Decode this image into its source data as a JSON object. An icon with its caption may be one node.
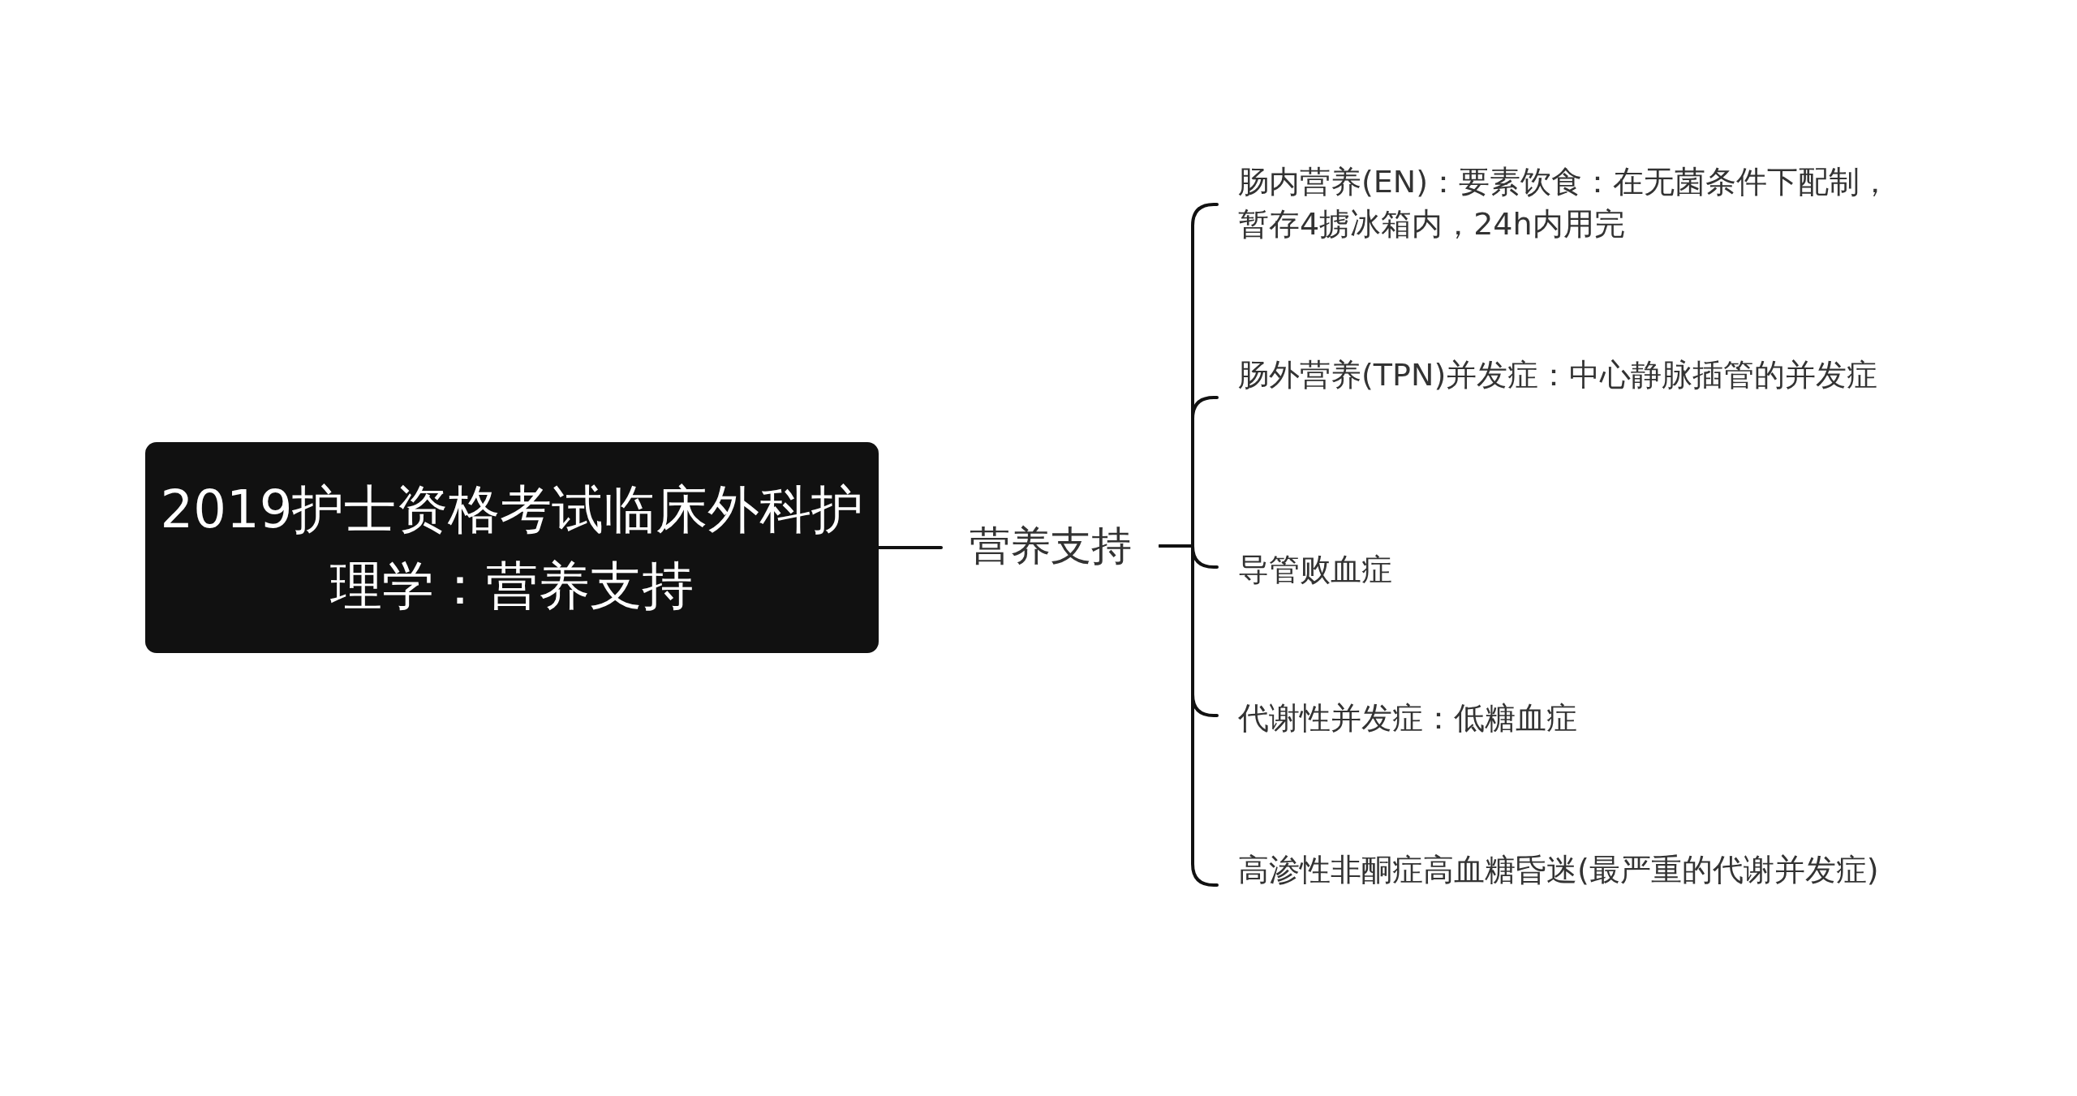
{
  "diagram": {
    "nodes": [
      {
        "text": [
          "2019护士资格考试临床外科护理学：营养支持"
        ]
      },
      {
        "text": [
          "营养支持"
        ]
      },
      {
        "text": [
          "肠内营养(EN)：要素饮食：在无菌条件下配制，暂存4掳冰箱内，24h内用完"
        ]
      },
      {
        "text": [
          "肠外营养(TPN)并发症：中心静脉插管的并发症"
        ]
      },
      {
        "text": [
          "导管败血症"
        ]
      },
      {
        "text": [
          "代谢性并发症：低糖血症"
        ]
      },
      {
        "text": [
          "高渗性非酮症高血糖昏迷(最严重的代谢并发症)"
        ]
      }
    ],
    "edges": [
      {
        "from": 0,
        "to": 1,
        "arrow": "none"
      },
      {
        "from": 1,
        "to": 2,
        "arrow": "none"
      },
      {
        "from": 1,
        "to": 3,
        "arrow": "none"
      },
      {
        "from": 1,
        "to": 4,
        "arrow": "none"
      },
      {
        "from": 1,
        "to": 5,
        "arrow": "none"
      },
      {
        "from": 1,
        "to": 6,
        "arrow": "none"
      }
    ]
  }
}
